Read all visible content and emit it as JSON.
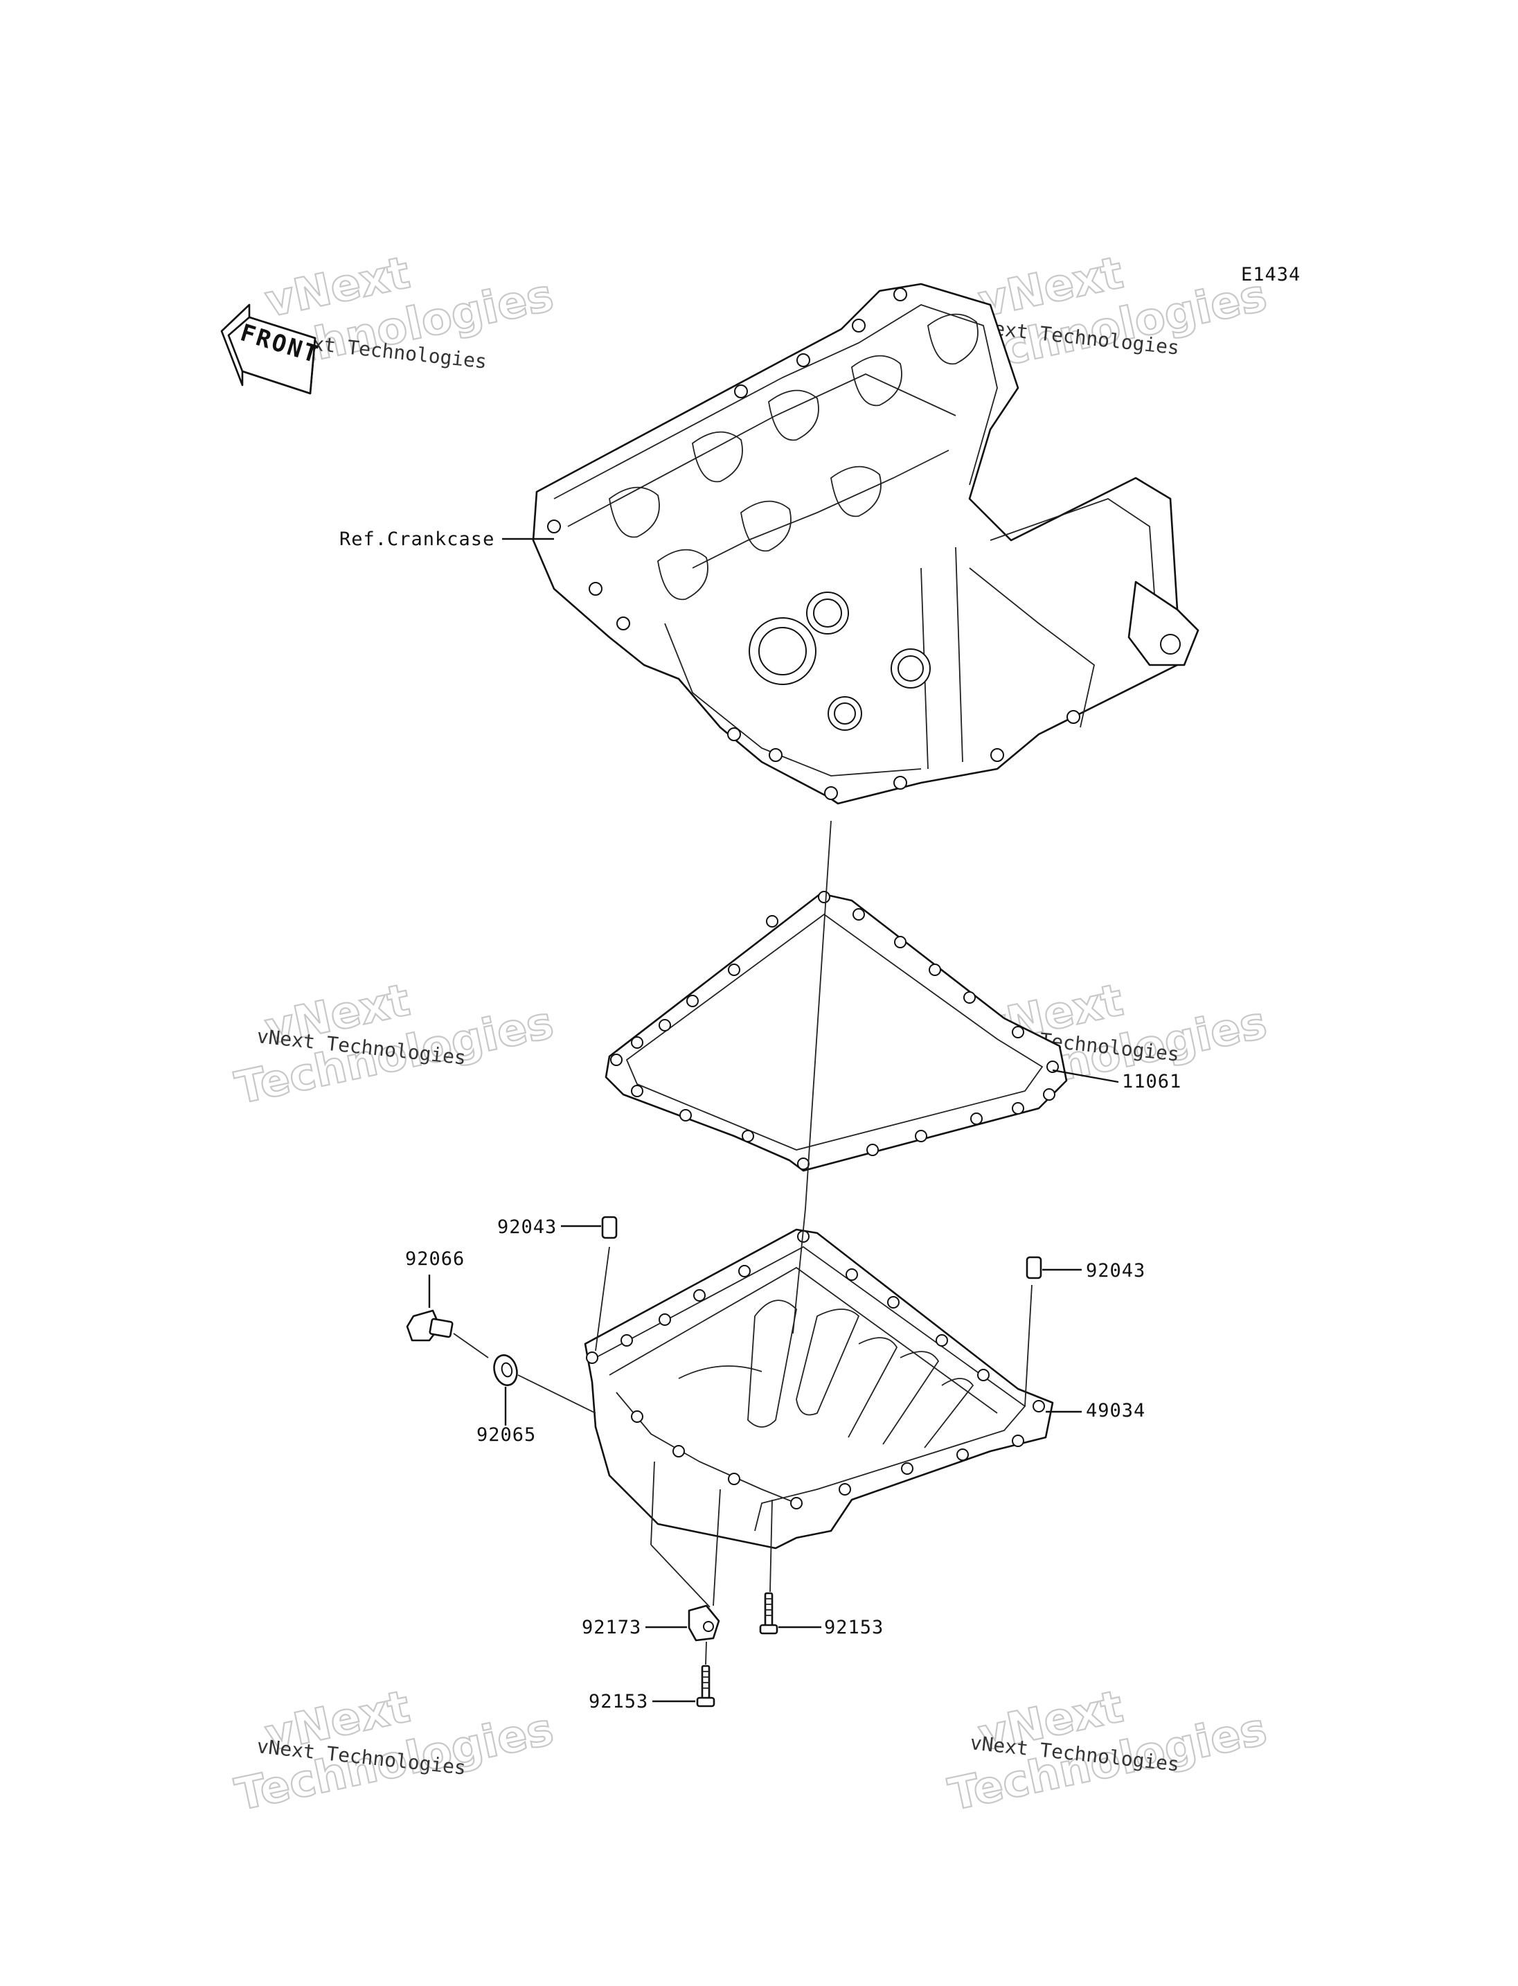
{
  "diagram_id": "E1434",
  "front_label": "FRONT",
  "labels": {
    "crankcase": "Ref.Crankcase",
    "gasket": "11061",
    "dowel_left": "92043",
    "dowel_right": "92043",
    "drain_plug": "92066",
    "washer": "92065",
    "oil_pan": "49034",
    "clamp": "92173",
    "bolt_right": "92153",
    "bolt_bottom": "92153"
  },
  "watermark": {
    "line1": "vNext Technologies",
    "big1": "vNext",
    "big2": "Technologies"
  }
}
